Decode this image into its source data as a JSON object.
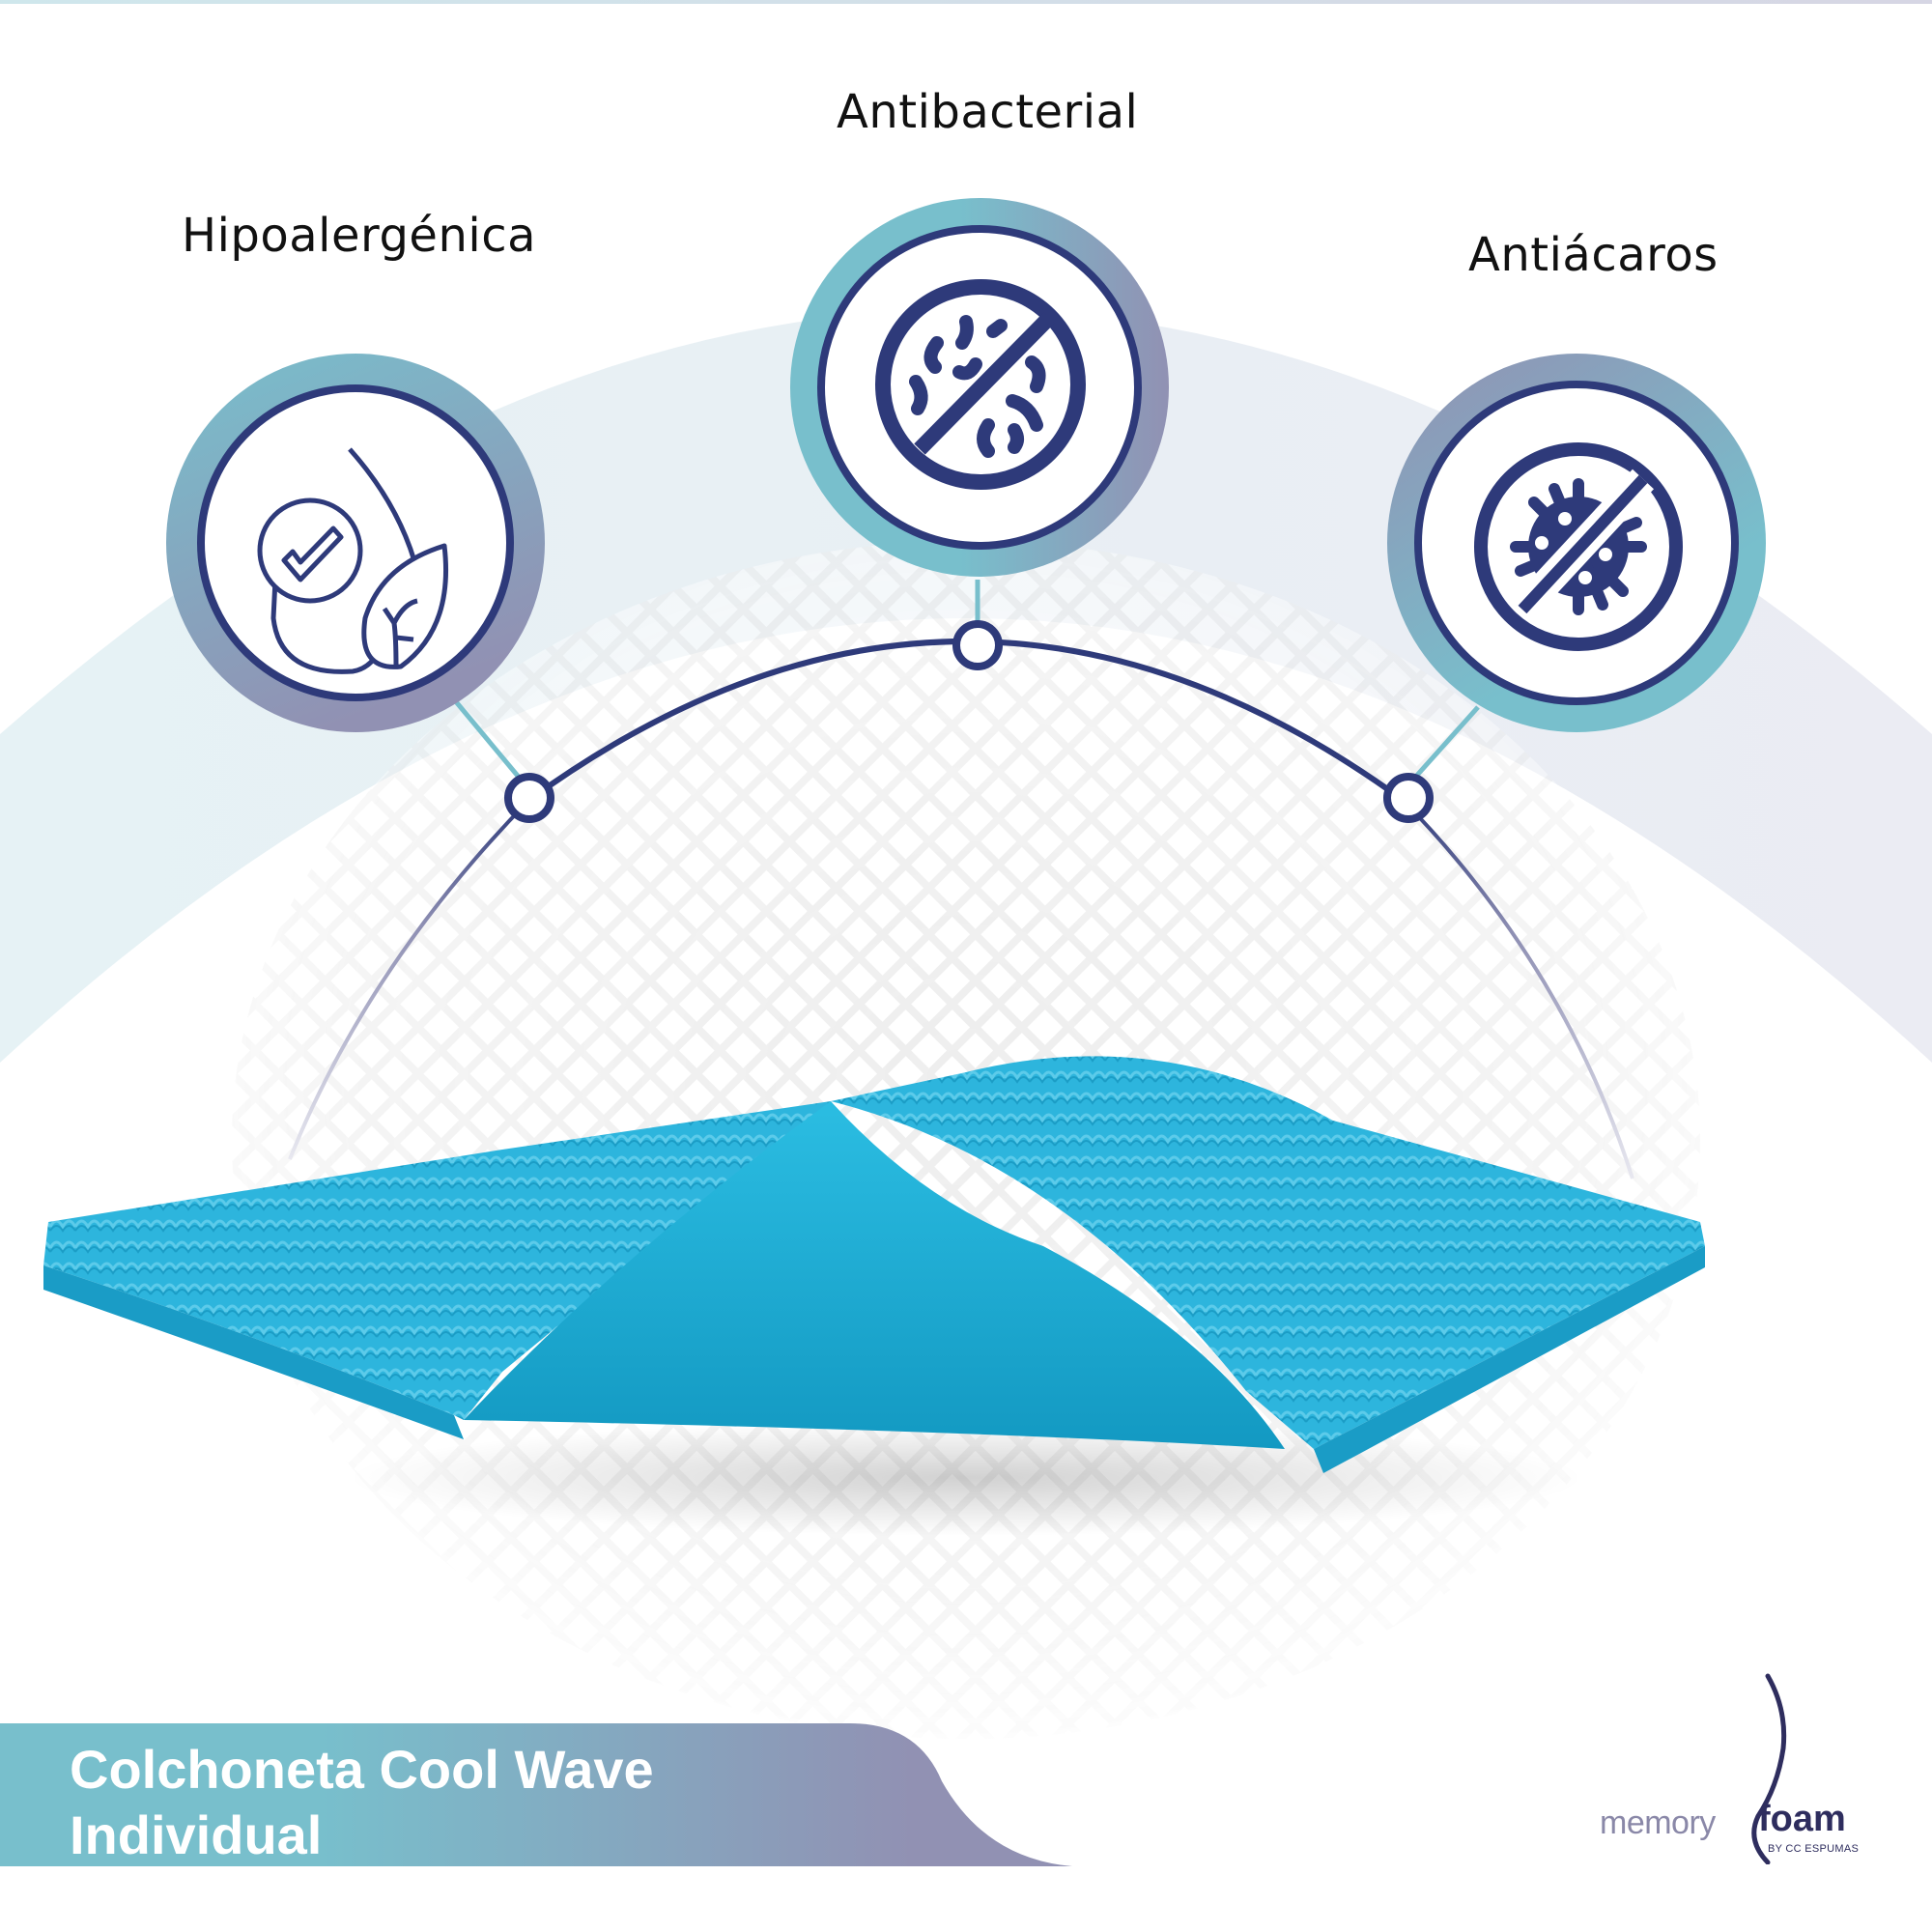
{
  "features": [
    {
      "label": "Hipoalergénica",
      "icon": "drop-check-leaf-icon"
    },
    {
      "label": "Antibacterial",
      "icon": "no-bacteria-icon"
    },
    {
      "label": "Antiácaros",
      "icon": "no-mites-virus-icon"
    }
  ],
  "product": {
    "title_line1": "Colchoneta Cool Wave",
    "title_line2": "Individual",
    "image": "blue-egg-crate-foam-mattress-topper"
  },
  "brand": {
    "name_light": "memory",
    "name_bold": "foam",
    "tagline": "BY CC ESPUMAS"
  },
  "colors": {
    "navy": "#2e3a7a",
    "teal": "#78bfcc",
    "lavender": "#9191b3",
    "foam_blue": "#29b3d9",
    "text": "#111111"
  }
}
